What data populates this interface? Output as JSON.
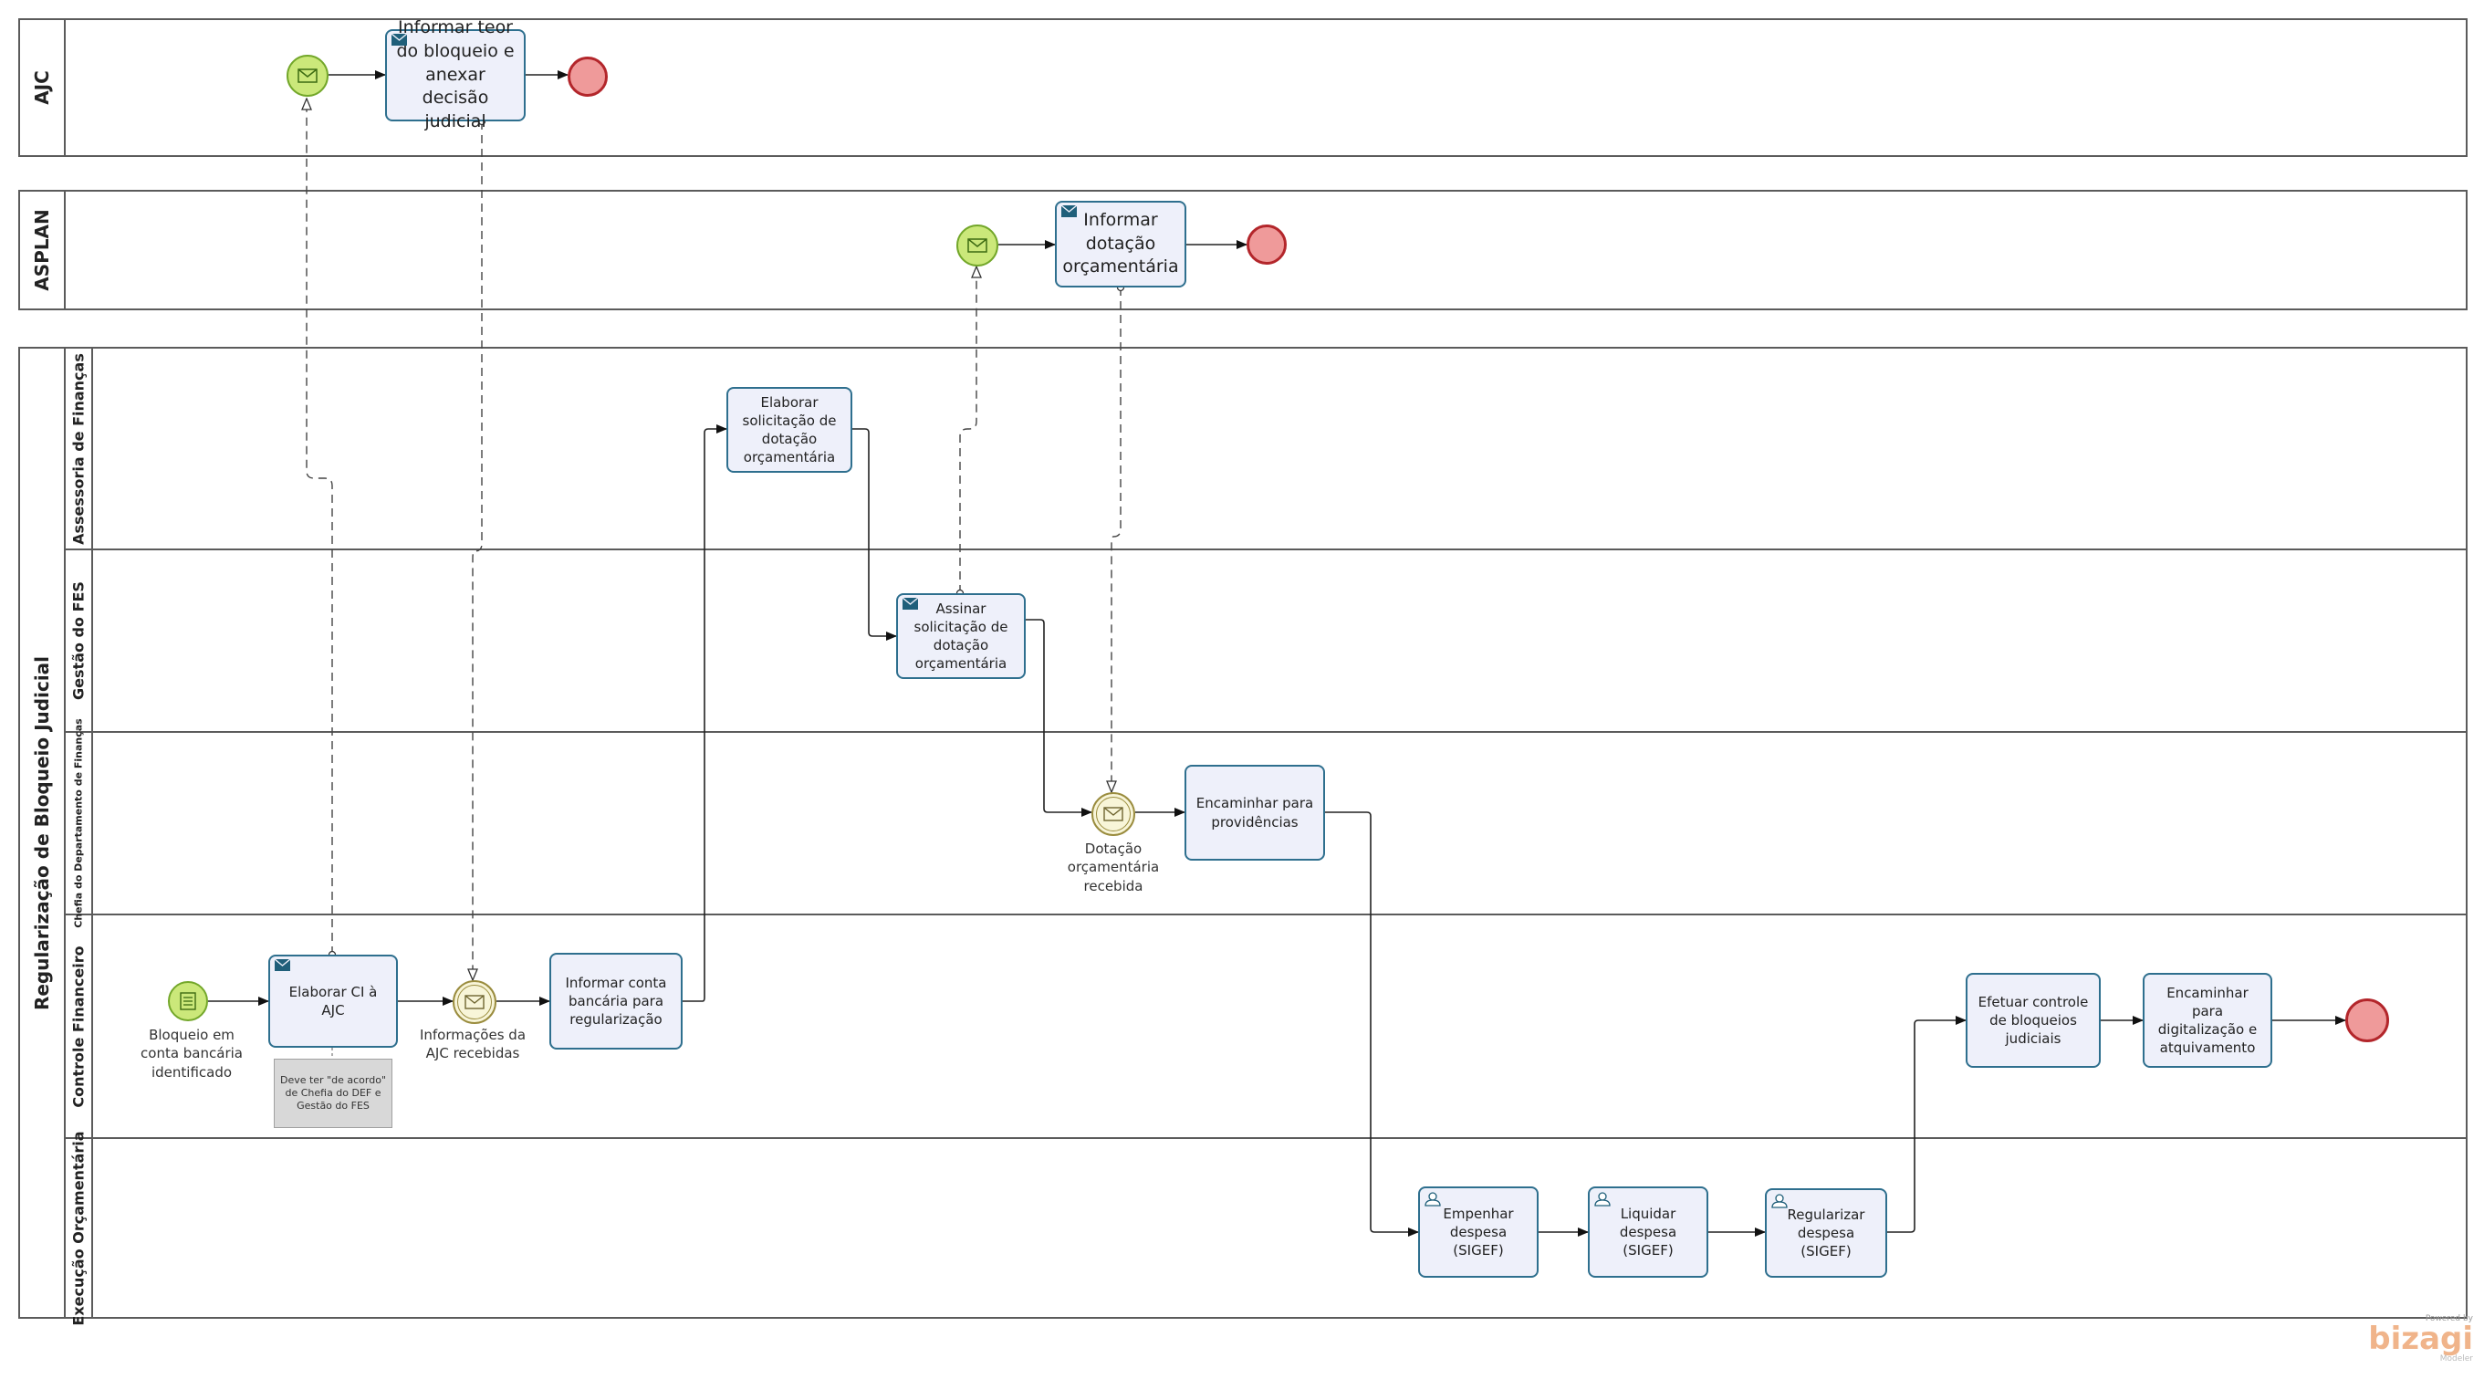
{
  "pools": {
    "ajc": {
      "label": "AJC"
    },
    "asplan": {
      "label": "ASPLAN"
    },
    "main": {
      "label": "Regularização de Bloqueio Judicial",
      "lanes": {
        "assessoria": "Assessoria de Finanças",
        "gestao": "Gestão do FES",
        "chefia": "Chefia do Departamento de Finanças",
        "controle": "Controle Financeiro",
        "execucao": "Execução Orçamentária"
      }
    }
  },
  "tasks": {
    "informar_teor": "Informar teor do bloqueio e anexar decisão judicial",
    "informar_dotacao": "Informar dotação orçamentária",
    "elaborar_solicitacao": "Elaborar solicitação de dotação orçamentária",
    "assinar_solicitacao": "Assinar solicitação de dotação orçamentária",
    "encaminhar_providencias": "Encaminhar para providências",
    "elaborar_ci": "Elaborar CI à AJC",
    "informar_conta": "Informar conta bancária para regularização",
    "efetuar_controle": "Efetuar controle de bloqueios judiciais",
    "encaminhar_digitalizacao": "Encaminhar para digitalização e atquivamento",
    "empenhar": "Empenhar despesa (SIGEF)",
    "liquidar": "Liquidar despesa (SIGEF)",
    "regularizar": "Regularizar despesa (SIGEF)"
  },
  "events": {
    "bloqueio": "Bloqueio em conta bancária identificado",
    "info_ajc": "Informações da AJC recebidas",
    "dotacao_recebida": "Dotação orçamentária recebida"
  },
  "annotation": "Deve ter \"de acordo\" de Chefia do DEF e Gestão do FES",
  "logo": {
    "powered": "Powered by",
    "brand": "bizagi",
    "product": "Modeler"
  },
  "colors": {
    "task_fill": "#eef0fa",
    "task_border": "#2e6f8e",
    "start_fill": "#cbe87a",
    "end_fill": "#ef9a9a",
    "end_border": "#b3262b"
  }
}
